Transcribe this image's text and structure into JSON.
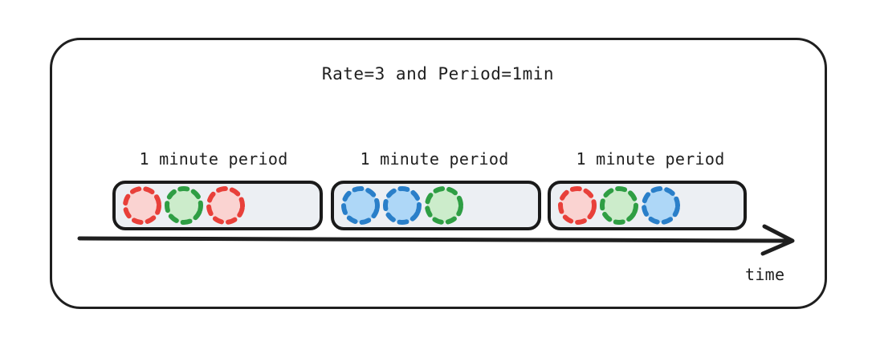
{
  "diagram": {
    "title": "Rate=3 and Period=1min",
    "axis_label": "time",
    "colors": {
      "red_stroke": "#e8403a",
      "red_fill": "#fad3d1",
      "green_stroke": "#2f9e44",
      "green_fill": "#cceccb",
      "blue_stroke": "#2a7fc9",
      "blue_fill": "#aed7f7",
      "frame_stroke": "#1f1f1f",
      "capsule_stroke": "#1a1a1a",
      "capsule_fill": "#eceff3",
      "text": "#1f1f1f"
    },
    "buckets": [
      {
        "label": "1 minute period",
        "tokens": [
          "red",
          "green",
          "red"
        ]
      },
      {
        "label": "1 minute period",
        "tokens": [
          "blue",
          "blue",
          "green"
        ]
      },
      {
        "label": "1 minute period",
        "tokens": [
          "red",
          "green",
          "blue"
        ]
      }
    ]
  }
}
